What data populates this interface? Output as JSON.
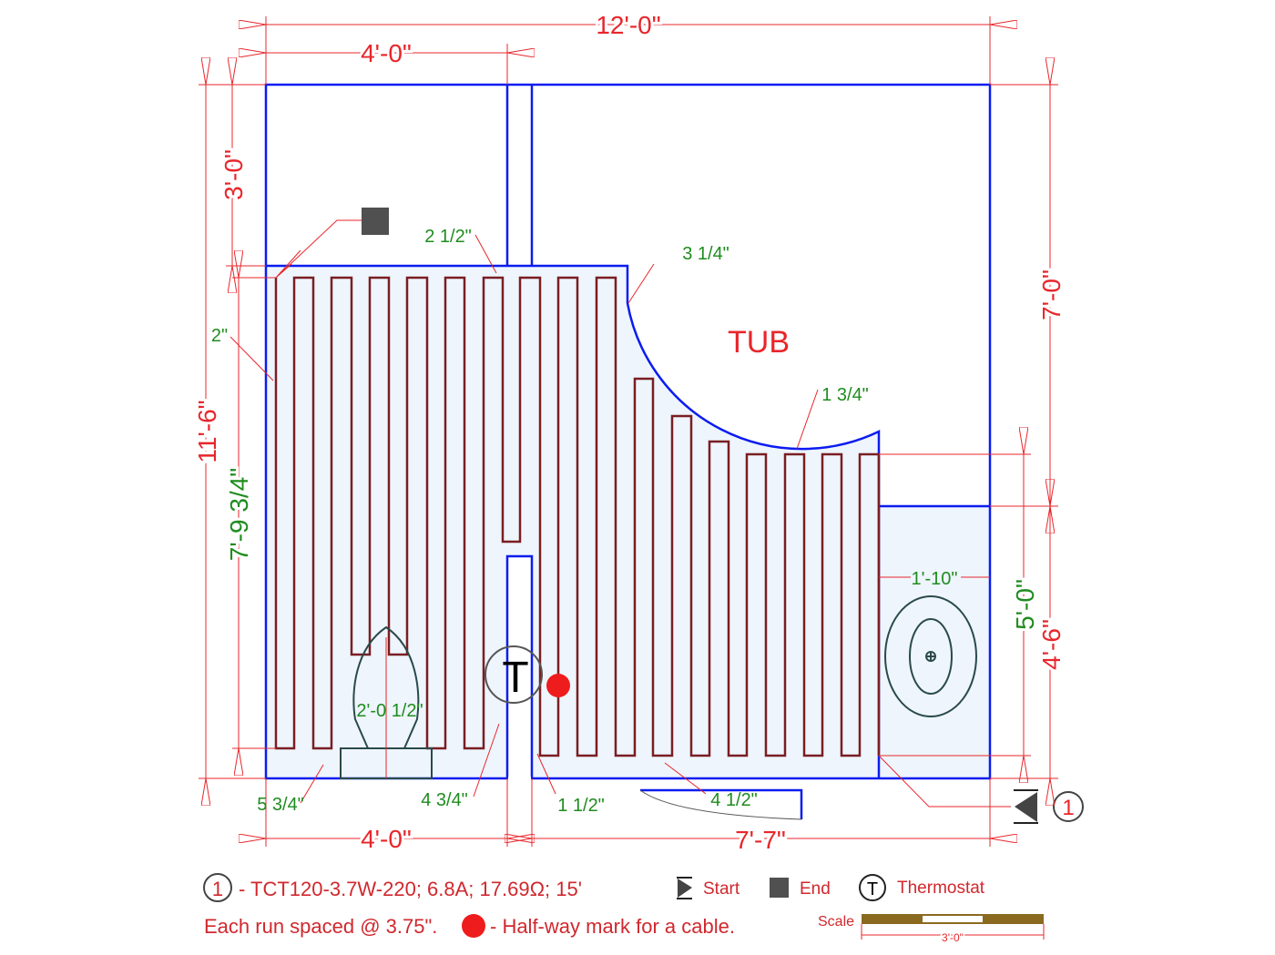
{
  "plan": {
    "room_label": "TUB",
    "dimensions": {
      "overall_width": "12'-0\"",
      "top_closet_width": "4'-0\"",
      "overall_height": "11'-6\"",
      "closet_depth": "3'-0\"",
      "cable_run_height": "7'-9 3/4\"",
      "right_upper": "7'-0\"",
      "right_lower": "4'-6\"",
      "vanity_cable": "5'-0\"",
      "bottom_left": "4'-0\"",
      "bottom_right": "7'-7\""
    },
    "clearances": {
      "c1": "2 1/2\"",
      "c2": "3 1/4\"",
      "c3": "2\"",
      "c4": "1 3/4\"",
      "c5": "1'-10\"",
      "c6": "2'-0 1/2\"",
      "c7": "5 3/4\"",
      "c8": "4 3/4\"",
      "c9": "1 1/2\"",
      "c10": "4 1/2\""
    },
    "cable_marker": "1",
    "thermostat_symbol": "T"
  },
  "legend": {
    "cable_number": "1",
    "cable_spec": "- TCT120-3.7W-220; 6.8A; 17.69Ω; 15'",
    "start_label": "Start",
    "end_label": "End",
    "thermostat_symbol": "T",
    "thermostat_label": "Thermostat",
    "spacing_note": "Each run spaced @ 3.75\".",
    "halfway_note": "- Half-way mark for a cable.",
    "scale_label": "Scale",
    "scale_length": "3'-0\""
  },
  "colors": {
    "wall": "#0b1cf0",
    "cable": "#7a1e22",
    "dimension": "#e8262b",
    "clearance": "#1f8c1f",
    "floor": "#eef5fd",
    "halfway_mark": "#ee1c1c"
  }
}
